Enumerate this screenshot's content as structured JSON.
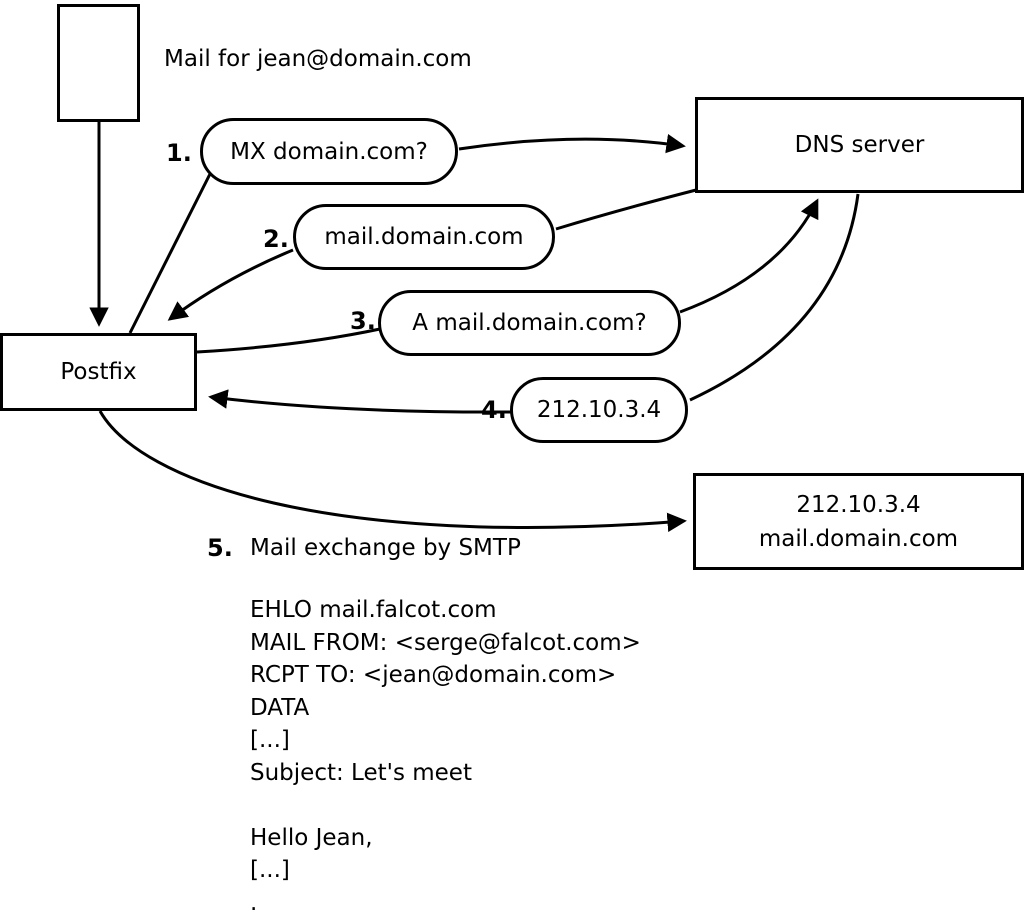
{
  "colors": {
    "ink": "#000000",
    "background": "#ffffff"
  },
  "mail_note": "Mail for jean@domain.com",
  "nodes": {
    "postfix": "Postfix",
    "dns": "DNS server",
    "target": {
      "line1": "212.10.3.4",
      "line2": "mail.domain.com"
    }
  },
  "steps": [
    {
      "num": "1.",
      "label": "MX domain.com?"
    },
    {
      "num": "2.",
      "label": "mail.domain.com"
    },
    {
      "num": "3.",
      "label": "A mail.domain.com?"
    },
    {
      "num": "4.",
      "label": "212.10.3.4"
    },
    {
      "num": "5.",
      "label": "Mail exchange by SMTP"
    }
  ],
  "smtp": {
    "lines": [
      "EHLO mail.falcot.com",
      "MAIL FROM: <serge@falcot.com>",
      "RCPT TO: <jean@domain.com>",
      "DATA",
      "[...]",
      "Subject: Let's meet",
      "",
      "Hello Jean,",
      "[...]",
      "."
    ]
  }
}
